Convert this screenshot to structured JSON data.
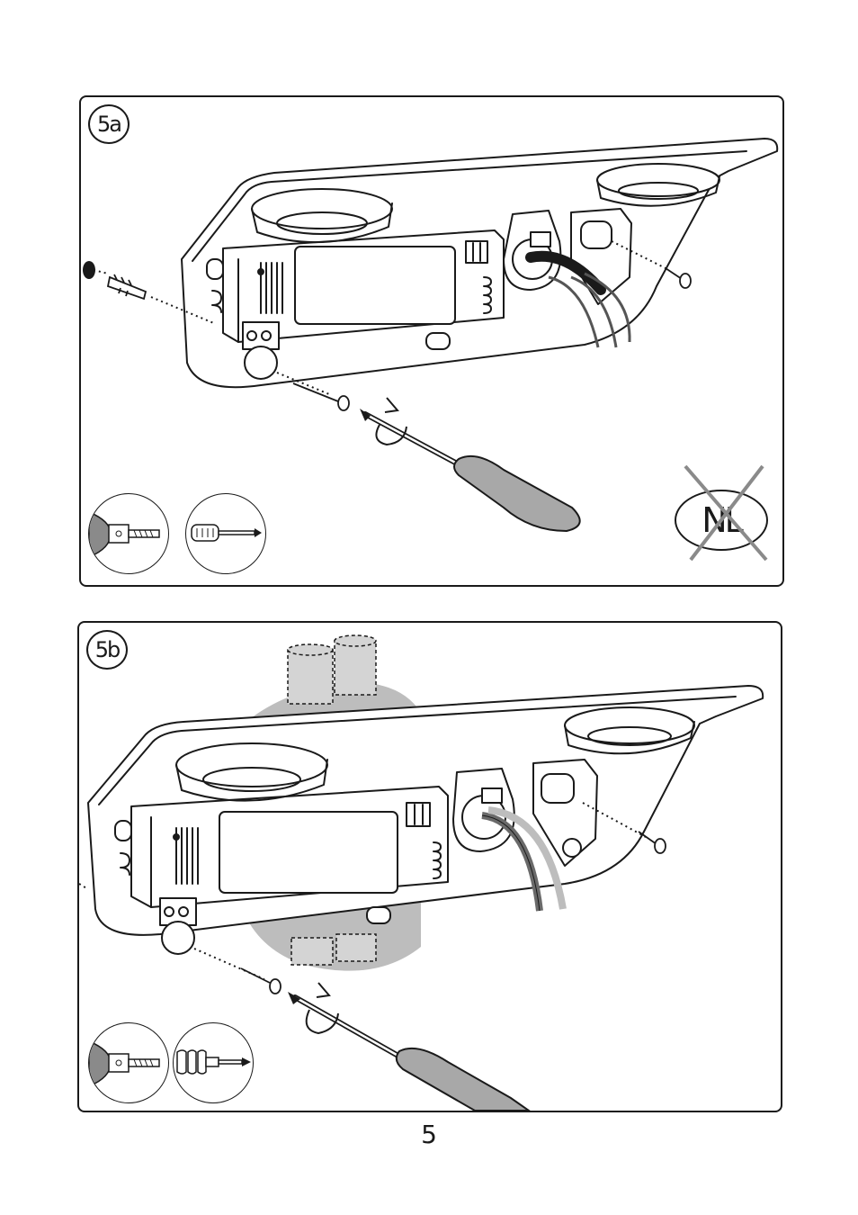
{
  "steps": [
    {
      "label": "5a"
    },
    {
      "label": "5b"
    }
  ],
  "prohibited_mark": {
    "text": "NL"
  },
  "icons": [
    "drill-icon",
    "screwdriver-icon",
    "screw-icon",
    "wall-plug-icon",
    "rotation-arrow-icon",
    "prohibited-cross-icon"
  ],
  "page": {
    "number": "5"
  },
  "colors": {
    "line": "#1a1a1a",
    "handle": "#a8a8a8",
    "shadow": "#c8c8c8"
  }
}
